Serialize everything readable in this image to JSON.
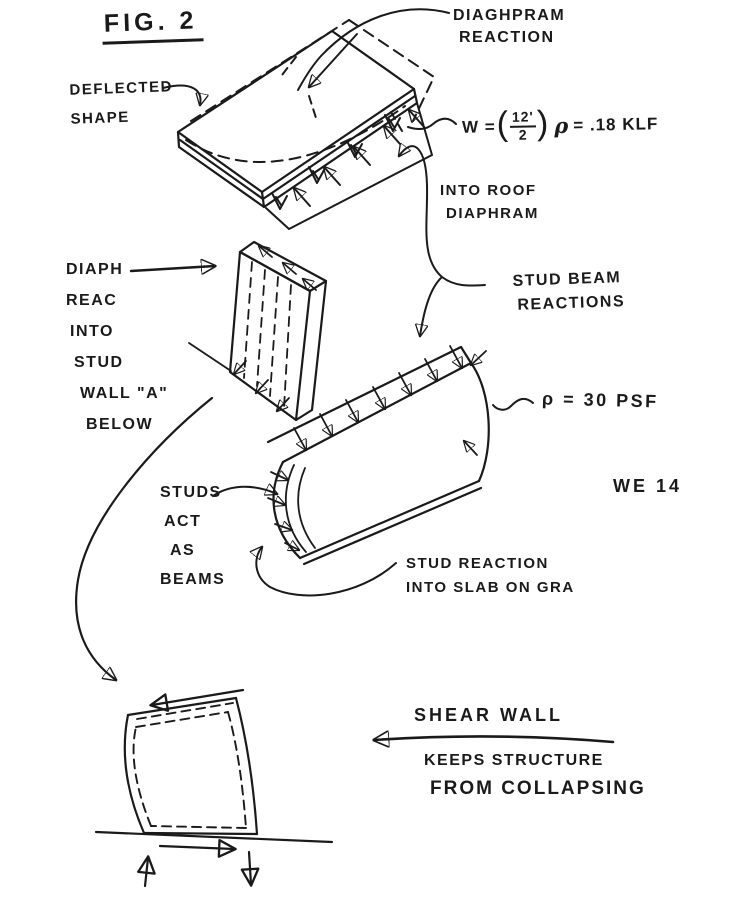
{
  "figure_title": "FIG. 2",
  "annotations": {
    "deflected_shape": {
      "line1": "DEFLECTED",
      "line2": "SHAPE"
    },
    "diaphragm_reaction": {
      "line1": "DIAGHPRAM",
      "line2": "REACTION"
    },
    "load_equation": {
      "lhs": "W =",
      "open_paren": "(",
      "frac_num": "12'",
      "frac_den": "2",
      "close_paren": ")",
      "rho": "ρ",
      "rhs": "= .18 KLF"
    },
    "into_roof": {
      "line1": "INTO ROOF",
      "line2": "DIAPHRAM"
    },
    "diaph_reac": {
      "line1": "DIAPH",
      "line2": "REAC",
      "line3": "INTO",
      "line4": "STUD",
      "line5": "WALL \"A\"",
      "line6": "BELOW"
    },
    "stud_beam": {
      "line1": "STUD BEAM",
      "line2": "REACTIONS"
    },
    "pressure": "ρ = 30 PSF",
    "sheet_ref": "WE 14",
    "studs_act": {
      "line1": "STUDS",
      "line2": "ACT",
      "line3": "AS",
      "line4": "BEAMS"
    },
    "stud_reaction": {
      "line1": "STUD REACTION",
      "line2": "INTO SLAB ON GRA"
    },
    "shear_wall": {
      "title": "SHEAR WALL",
      "line1": "KEEPS STRUCTURE",
      "line2": "FROM COLLAPSING"
    }
  },
  "colors": {
    "ink": "#1a1a1a",
    "paper": "#ffffff"
  }
}
